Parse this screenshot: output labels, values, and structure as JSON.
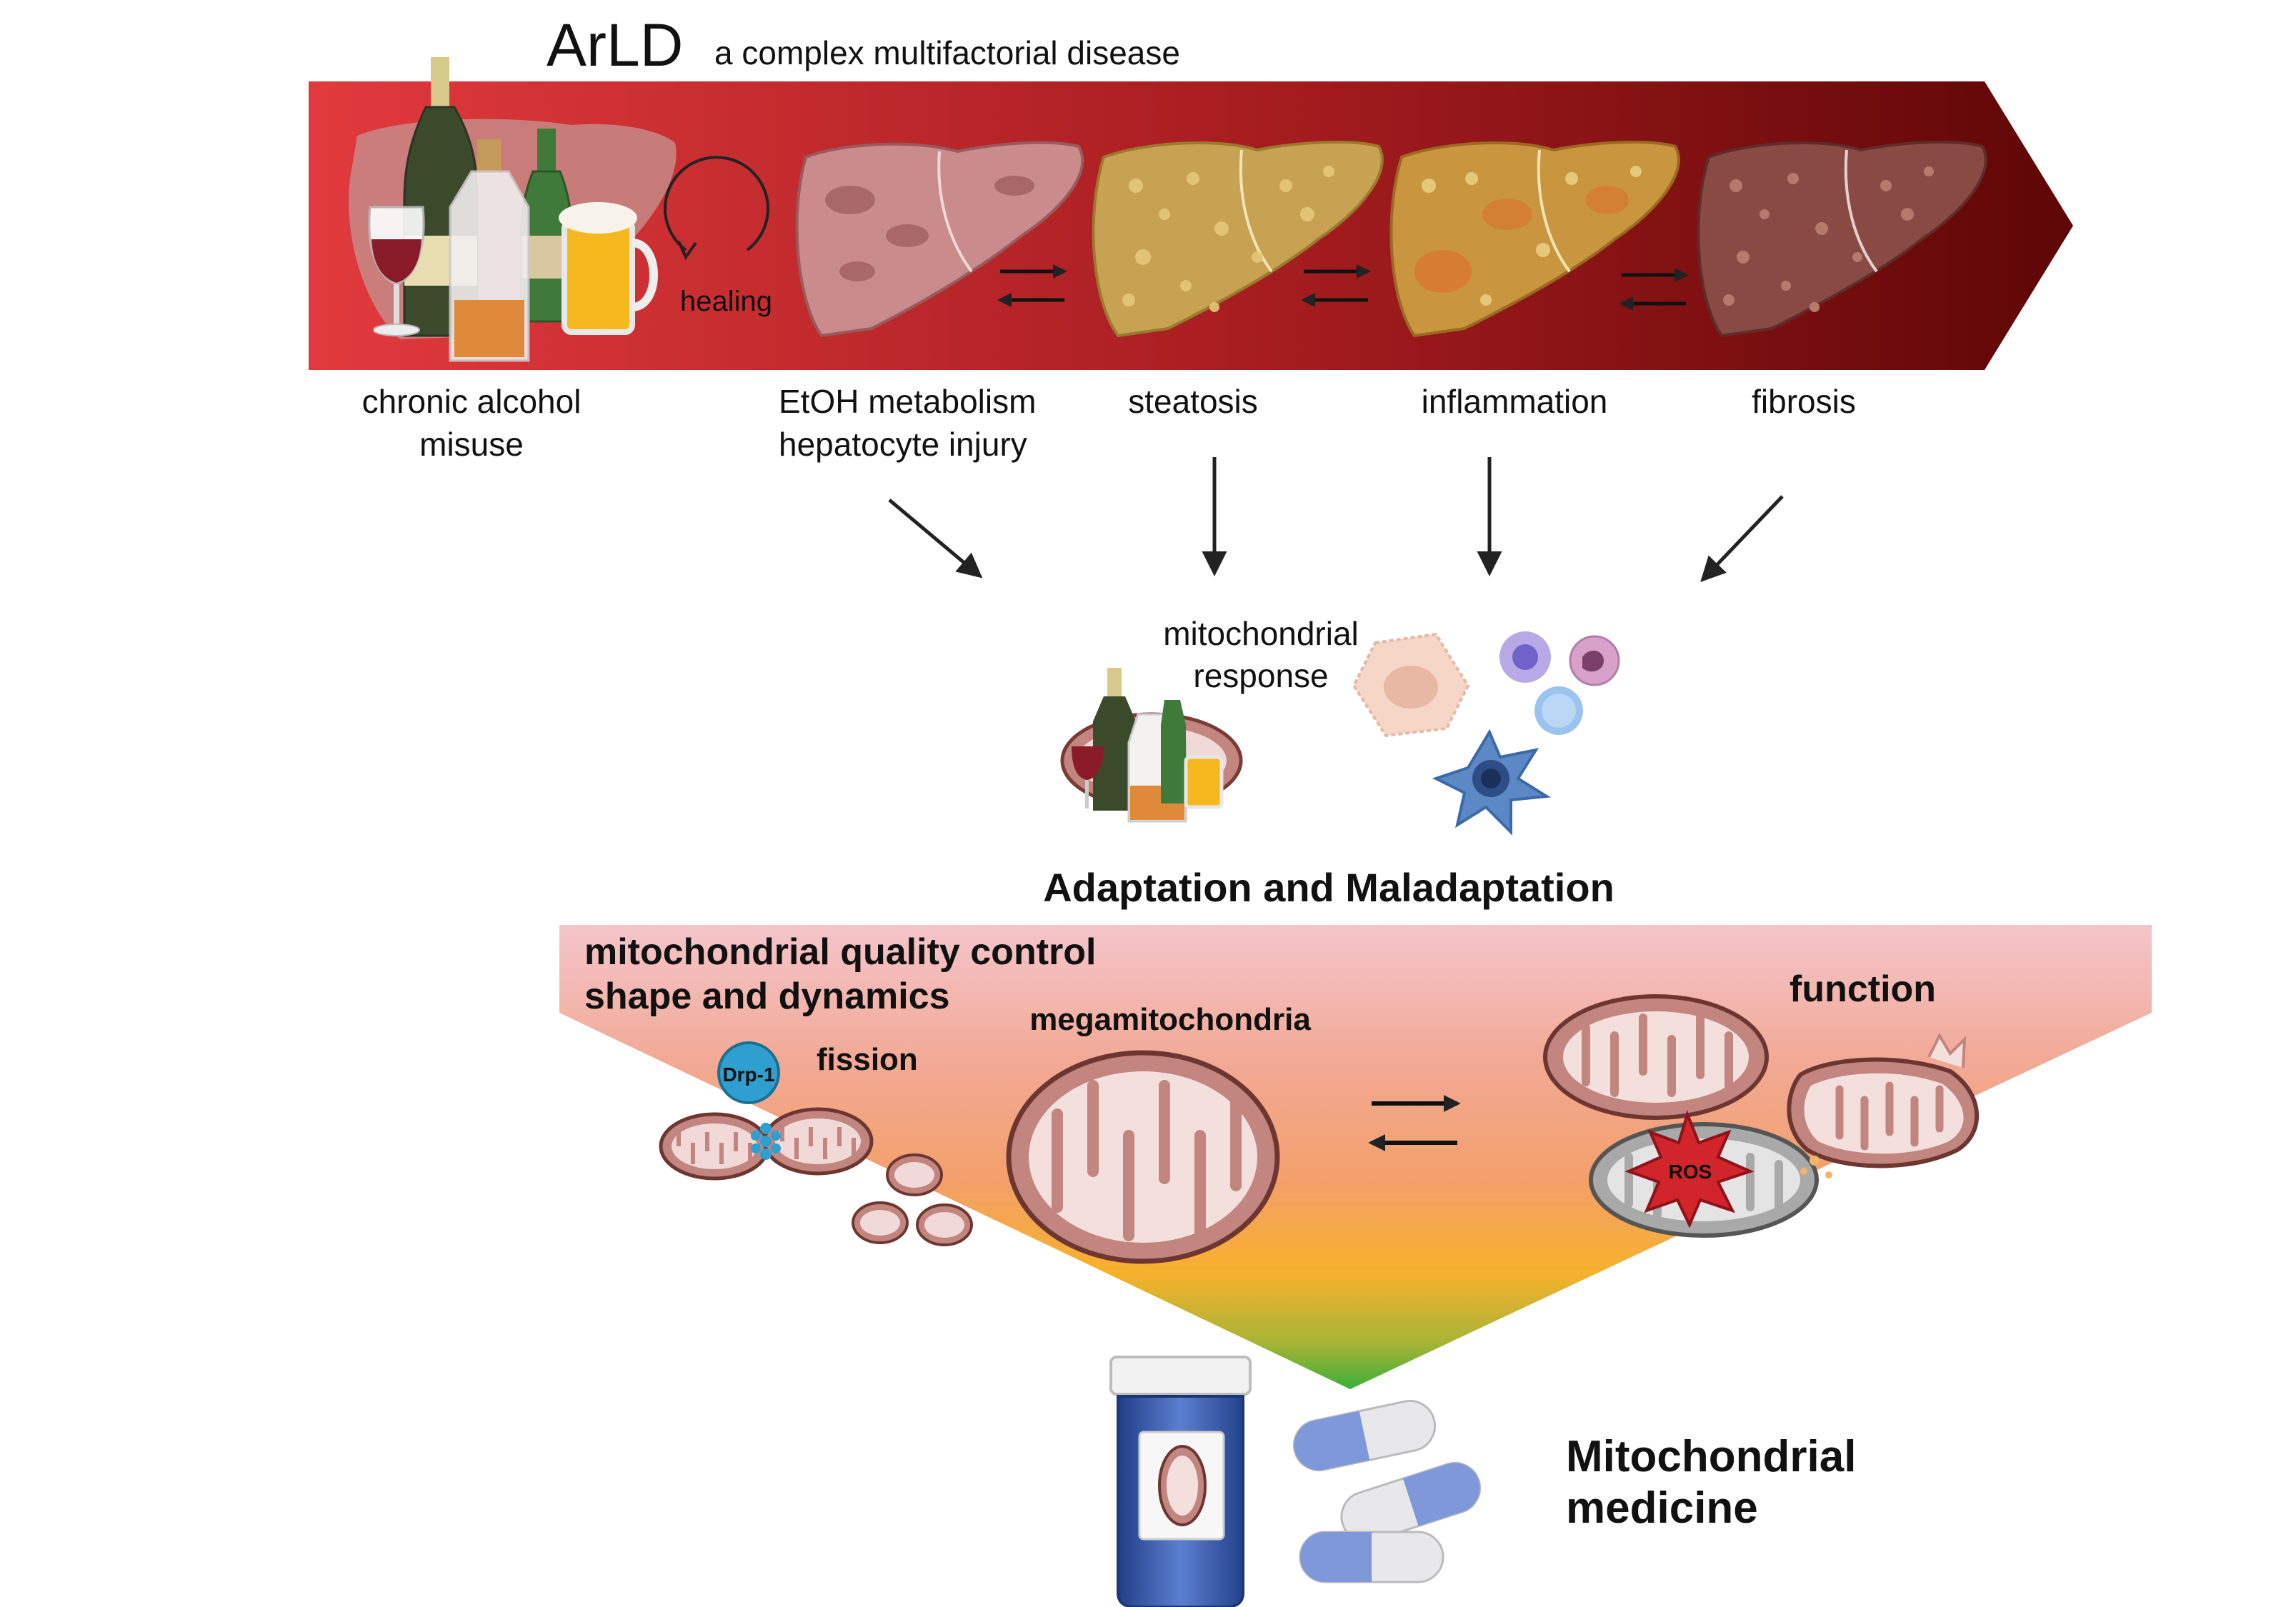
{
  "title": {
    "main": "ArLD",
    "subtitle": "a complex multifactorial disease"
  },
  "banner": {
    "healing_label": "healing",
    "stages": [
      {
        "line1": "chronic alcohol",
        "line2": "misuse"
      },
      {
        "line1": "EtOH metabolism",
        "line2": "hepatocyte injury"
      },
      {
        "line1": "steatosis"
      },
      {
        "line1": "inflammation"
      },
      {
        "line1": "fibrosis"
      }
    ]
  },
  "response": {
    "line1": "mitochondrial",
    "line2": "response"
  },
  "adaptation": {
    "heading": "Adaptation and Maladaptation",
    "qc_line1": "mitochondrial quality control",
    "qc_line2": "shape and dynamics",
    "function_label": "function",
    "drp1_label": "Drp-1",
    "fission_label": "fission",
    "mega_label": "megamitochondria",
    "ros_label": "ROS"
  },
  "medicine": {
    "line1": "Mitochondrial",
    "line2": "medicine"
  },
  "colors": {
    "banner_start": "#e13a3d",
    "banner_end": "#5e0606",
    "accent_red": "#c62d2b",
    "funnel_top": "#f4c5cb",
    "funnel_mid": "#f3a06a",
    "funnel_orange": "#f6b12c",
    "funnel_bottom": "#3cae3a"
  },
  "icons": [
    "liver-icon",
    "wine-glass-icon",
    "bottle-icon",
    "beer-mug-icon",
    "mitochondrion-icon",
    "immune-cell-icon",
    "pill-bottle-icon",
    "capsule-icon"
  ]
}
